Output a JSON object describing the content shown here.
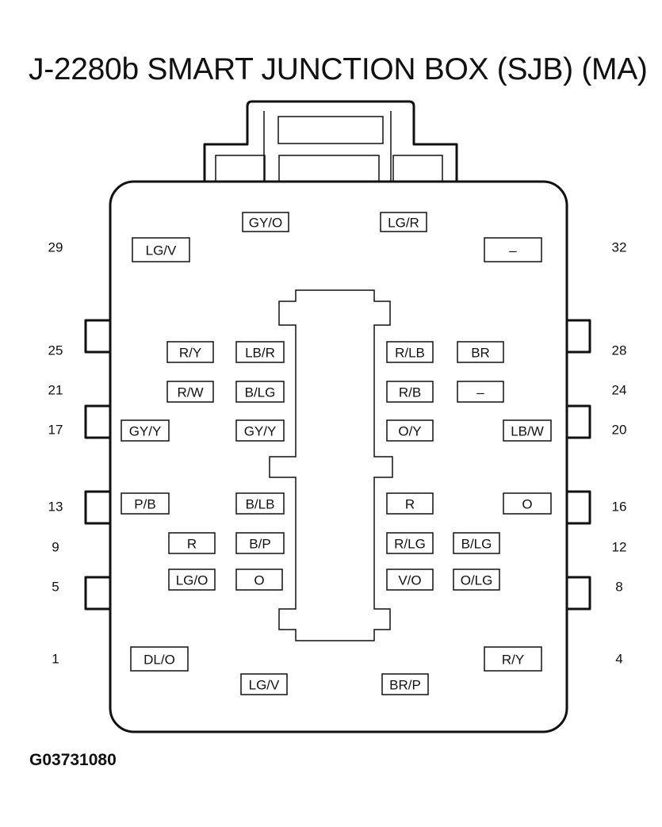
{
  "title": "J-2280b SMART JUNCTION BOX (SJB) (MA)",
  "figure_id": "G03731080",
  "pin_numbers": [
    {
      "label": "29",
      "side": "left"
    },
    {
      "label": "32",
      "side": "right"
    },
    {
      "label": "25",
      "side": "left"
    },
    {
      "label": "28",
      "side": "right"
    },
    {
      "label": "21",
      "side": "left"
    },
    {
      "label": "24",
      "side": "right"
    },
    {
      "label": "17",
      "side": "left"
    },
    {
      "label": "20",
      "side": "right"
    },
    {
      "label": "13",
      "side": "left"
    },
    {
      "label": "16",
      "side": "right"
    },
    {
      "label": "9",
      "side": "left"
    },
    {
      "label": "12",
      "side": "right"
    },
    {
      "label": "5",
      "side": "left"
    },
    {
      "label": "8",
      "side": "right"
    },
    {
      "label": "1",
      "side": "left"
    },
    {
      "label": "4",
      "side": "right"
    }
  ],
  "wire_colors": [
    "GY/O",
    "LG/R",
    "LG/V",
    "–",
    "R/Y",
    "LB/R",
    "R/LB",
    "BR",
    "R/W",
    "B/LG",
    "R/B",
    "–",
    "GY/Y",
    "GY/Y",
    "O/Y",
    "LB/W",
    "P/B",
    "B/LB",
    "R",
    "O",
    "R",
    "B/P",
    "R/LG",
    "B/LG",
    "LG/O",
    "O",
    "V/O",
    "O/LG",
    "DL/O",
    "R/Y",
    "LG/V",
    "BR/P"
  ]
}
